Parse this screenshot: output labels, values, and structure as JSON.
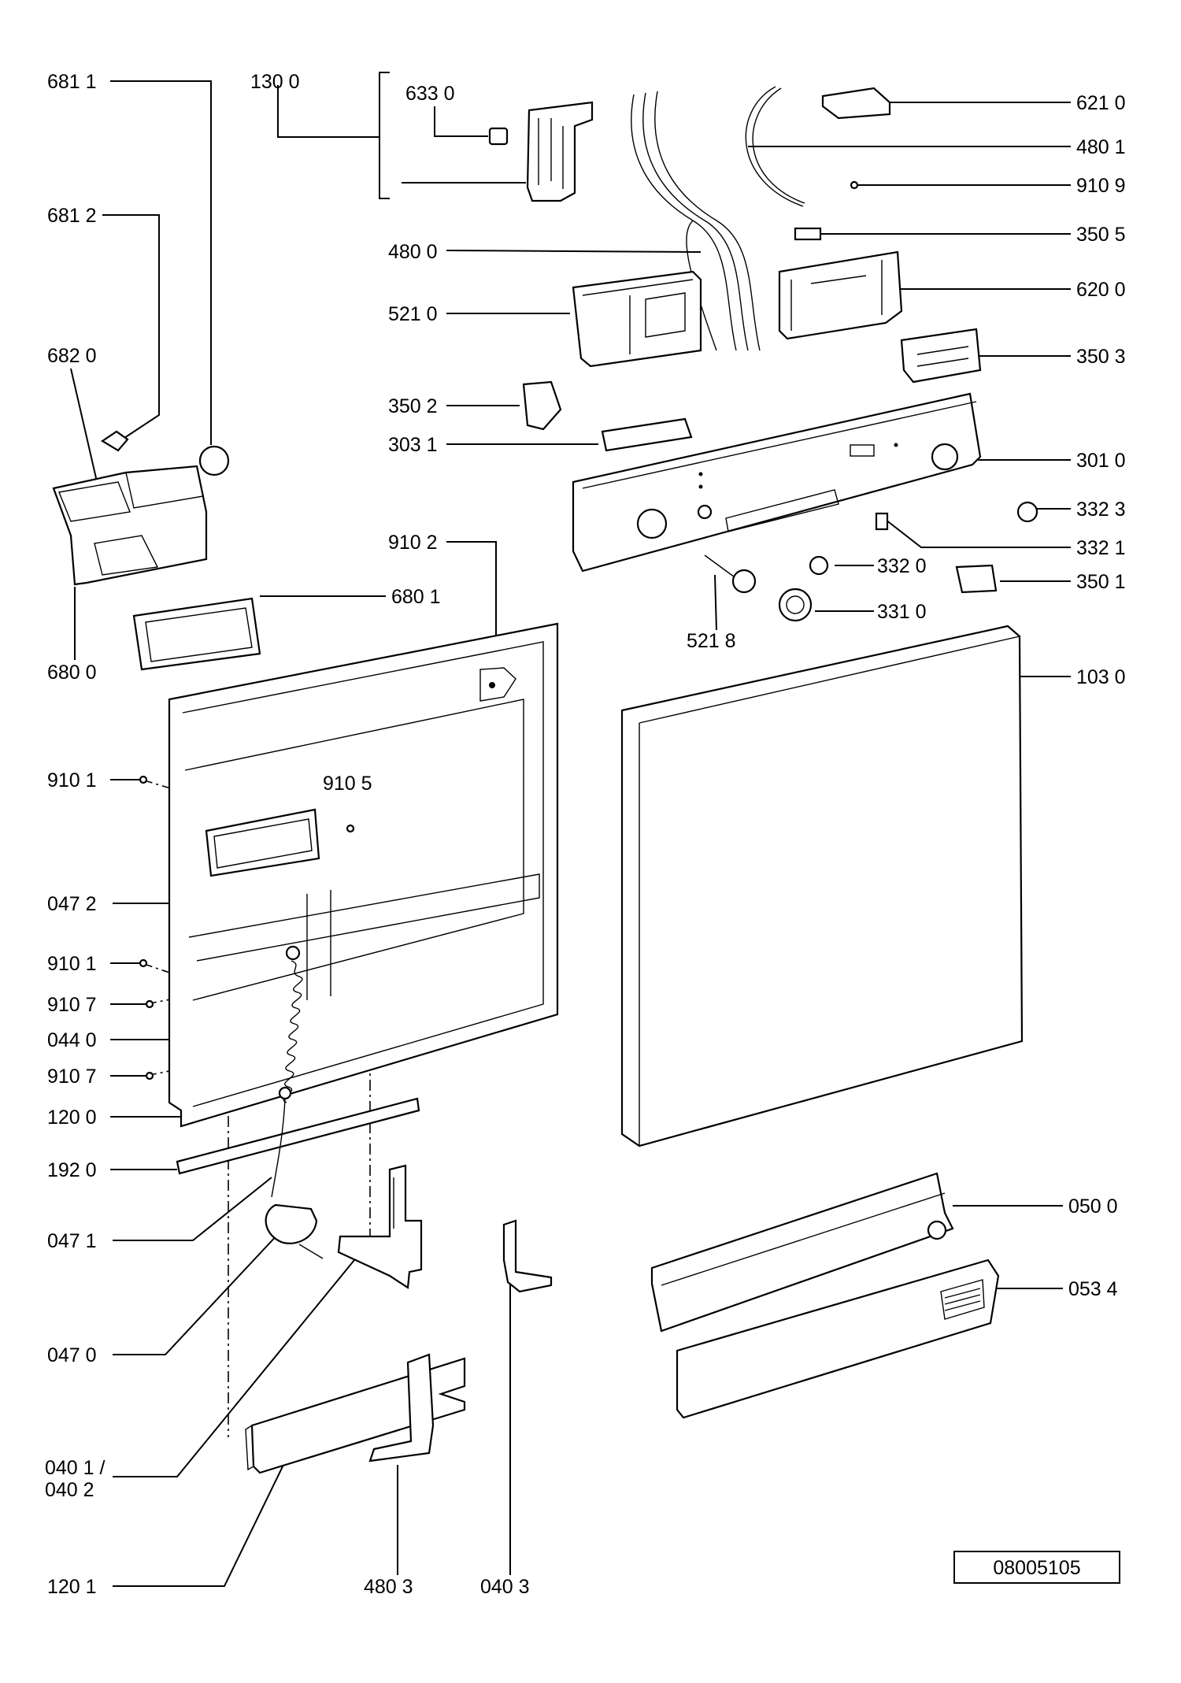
{
  "diagram": {
    "drawing_number": "08005105",
    "callouts": [
      {
        "id": "c-681-1",
        "text": "681 1"
      },
      {
        "id": "c-130-0",
        "text": "130 0"
      },
      {
        "id": "c-633-0",
        "text": "633 0"
      },
      {
        "id": "c-621-0",
        "text": "621 0"
      },
      {
        "id": "c-480-1",
        "text": "480 1"
      },
      {
        "id": "c-910-9",
        "text": "910 9"
      },
      {
        "id": "c-681-2",
        "text": "681 2"
      },
      {
        "id": "c-350-5",
        "text": "350 5"
      },
      {
        "id": "c-480-0",
        "text": "480 0"
      },
      {
        "id": "c-620-0",
        "text": "620 0"
      },
      {
        "id": "c-521-0",
        "text": "521 0"
      },
      {
        "id": "c-682-0",
        "text": "682 0"
      },
      {
        "id": "c-350-3",
        "text": "350 3"
      },
      {
        "id": "c-350-2",
        "text": "350 2"
      },
      {
        "id": "c-303-1",
        "text": "303 1"
      },
      {
        "id": "c-301-0",
        "text": "301 0"
      },
      {
        "id": "c-332-3",
        "text": "332 3"
      },
      {
        "id": "c-910-2",
        "text": "910 2"
      },
      {
        "id": "c-332-1",
        "text": "332 1"
      },
      {
        "id": "c-332-0",
        "text": "332 0"
      },
      {
        "id": "c-350-1",
        "text": "350 1"
      },
      {
        "id": "c-680-1",
        "text": "680 1"
      },
      {
        "id": "c-331-0",
        "text": "331 0"
      },
      {
        "id": "c-521-8",
        "text": "521 8"
      },
      {
        "id": "c-680-0",
        "text": "680 0"
      },
      {
        "id": "c-103-0",
        "text": "103 0"
      },
      {
        "id": "c-910-1a",
        "text": "910 1"
      },
      {
        "id": "c-910-5",
        "text": "910 5"
      },
      {
        "id": "c-047-2",
        "text": "047 2"
      },
      {
        "id": "c-910-1b",
        "text": "910 1"
      },
      {
        "id": "c-910-7a",
        "text": "910 7"
      },
      {
        "id": "c-044-0",
        "text": "044 0"
      },
      {
        "id": "c-910-7b",
        "text": "910 7"
      },
      {
        "id": "c-120-0",
        "text": "120 0"
      },
      {
        "id": "c-192-0",
        "text": "192 0"
      },
      {
        "id": "c-050-0",
        "text": "050 0"
      },
      {
        "id": "c-047-1",
        "text": "047 1"
      },
      {
        "id": "c-053-4",
        "text": "053 4"
      },
      {
        "id": "c-047-0",
        "text": "047 0"
      },
      {
        "id": "c-040-1",
        "text": "040 1 /"
      },
      {
        "id": "c-040-2",
        "text": "040 2"
      },
      {
        "id": "c-120-1",
        "text": "120 1"
      },
      {
        "id": "c-480-3",
        "text": "480 3"
      },
      {
        "id": "c-040-3",
        "text": "040 3"
      }
    ]
  }
}
